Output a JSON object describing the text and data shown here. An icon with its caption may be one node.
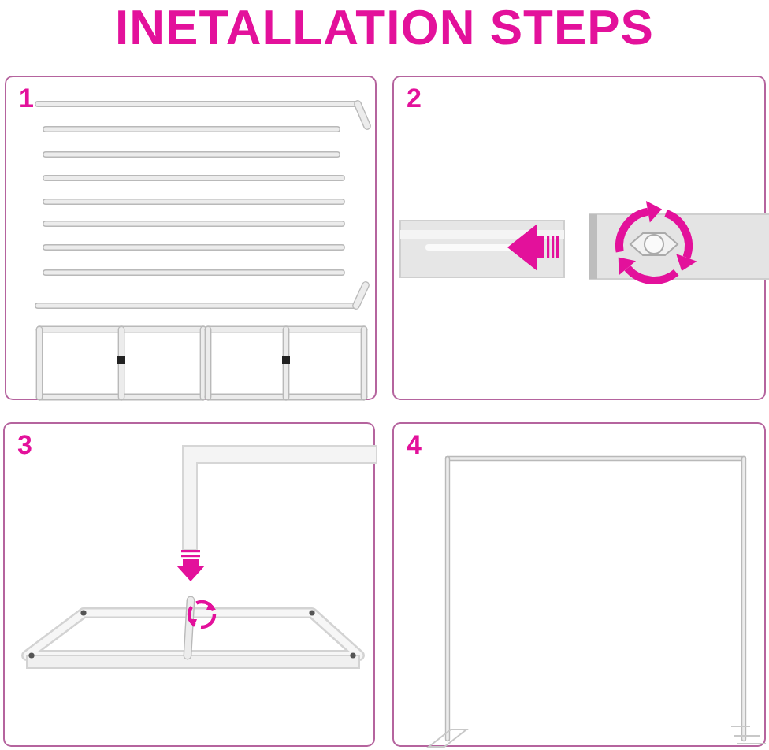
{
  "diagram": {
    "title": "INETALLATION STEPS",
    "nodes": [
      {
        "text": [
          "1"
        ]
      },
      {
        "text": [
          "2"
        ]
      },
      {
        "text": [
          "3"
        ]
      },
      {
        "text": [
          "4"
        ]
      }
    ]
  }
}
